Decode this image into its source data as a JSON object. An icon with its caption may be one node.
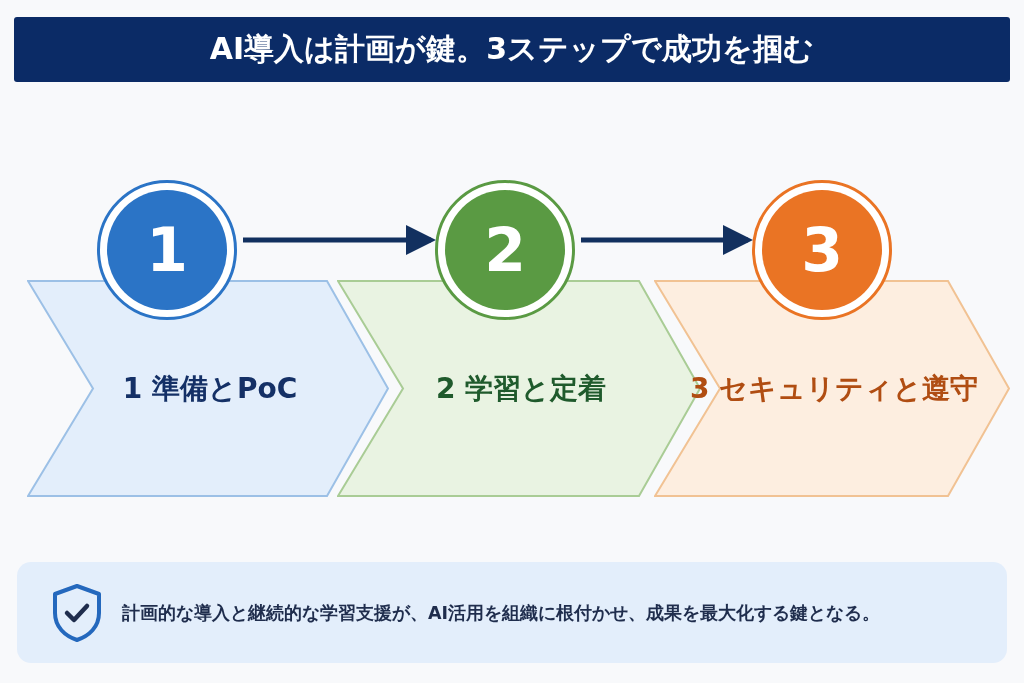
{
  "diagram": {
    "title": "AI導入は計画が鍵。3ステップで成功を掴む",
    "nodes": [
      {
        "text": [
          "1"
        ]
      },
      {
        "text": [
          "2"
        ]
      },
      {
        "text": [
          "3"
        ]
      },
      {
        "text": [
          "1 準備とPoC"
        ]
      },
      {
        "text": [
          "2 学習と定着"
        ]
      },
      {
        "text": [
          "3 セキュリティと遵守"
        ]
      },
      {
        "text": [
          "計画的な導入と継続的な学習支援が、AI活用を組織に根付かせ、成果を最大化する鍵となる。"
        ]
      }
    ],
    "edges": [
      {
        "from": 0,
        "to": 1,
        "arrow": "to"
      },
      {
        "from": 1,
        "to": 2,
        "arrow": "to"
      }
    ]
  }
}
